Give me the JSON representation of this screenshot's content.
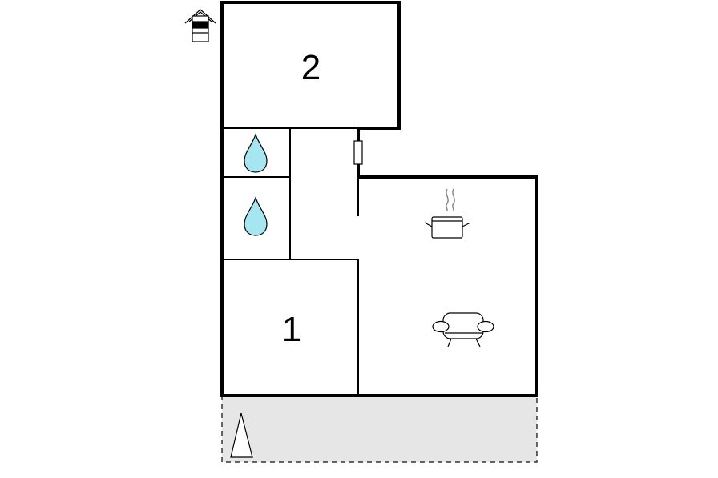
{
  "floorplan": {
    "rooms": [
      {
        "id": "bedroom-2",
        "label": "2"
      },
      {
        "id": "bedroom-1",
        "label": "1"
      }
    ],
    "icons": {
      "floor_indicator": "house-floor-icon",
      "bathroom": "water-drop-icon",
      "kitchen": "cooking-pot-icon",
      "living": "sofa-icon",
      "terrace": "parasol-icon",
      "door": "door-icon"
    },
    "colors": {
      "wall": "#000000",
      "water": "#a6e6f0",
      "terrace_fill": "#e6e6e6",
      "terrace_border": "#333333"
    }
  }
}
